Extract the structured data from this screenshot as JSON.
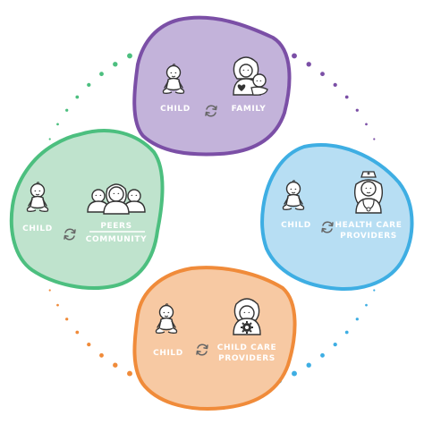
{
  "nodes": [
    {
      "id": "family",
      "color": "#7b4fa6",
      "fill": "#c3b3da",
      "left": "CHILD",
      "right": "FAMILY",
      "right_lines": [
        "FAMILY"
      ],
      "underline": false
    },
    {
      "id": "health",
      "color": "#3eaee3",
      "fill": "#b7def3",
      "left": "CHILD",
      "right": "HEALTH CARE PROVIDERS",
      "right_lines": [
        "HEALTH CARE",
        "PROVIDERS"
      ],
      "underline": false
    },
    {
      "id": "childcare",
      "color": "#f08b3a",
      "fill": "#f7c9a3",
      "left": "CHILD",
      "right": "CHILD CARE PROVIDERS",
      "right_lines": [
        "CHILD CARE",
        "PROVIDERS"
      ],
      "underline": false
    },
    {
      "id": "peers",
      "color": "#4cbf7f",
      "fill": "#bfe3cd",
      "left": "CHILD",
      "right": "PEERS / COMMUNITY",
      "right_lines": [
        "PEERS",
        "COMMUNITY"
      ],
      "underline": true
    }
  ],
  "connector_colors": {
    "top_left": "#4cbf7f",
    "top_right": "#7b4fa6",
    "bottom_right": "#3eaee3",
    "bottom_left": "#f08b3a"
  },
  "icons": {
    "child": "baby-icon",
    "family": "mother-with-baby-icon",
    "health": "nurse-icon",
    "childcare": "caregiver-with-gear-icon",
    "peers": "group-of-children-icon",
    "exchange": "cycle-arrows-icon"
  }
}
